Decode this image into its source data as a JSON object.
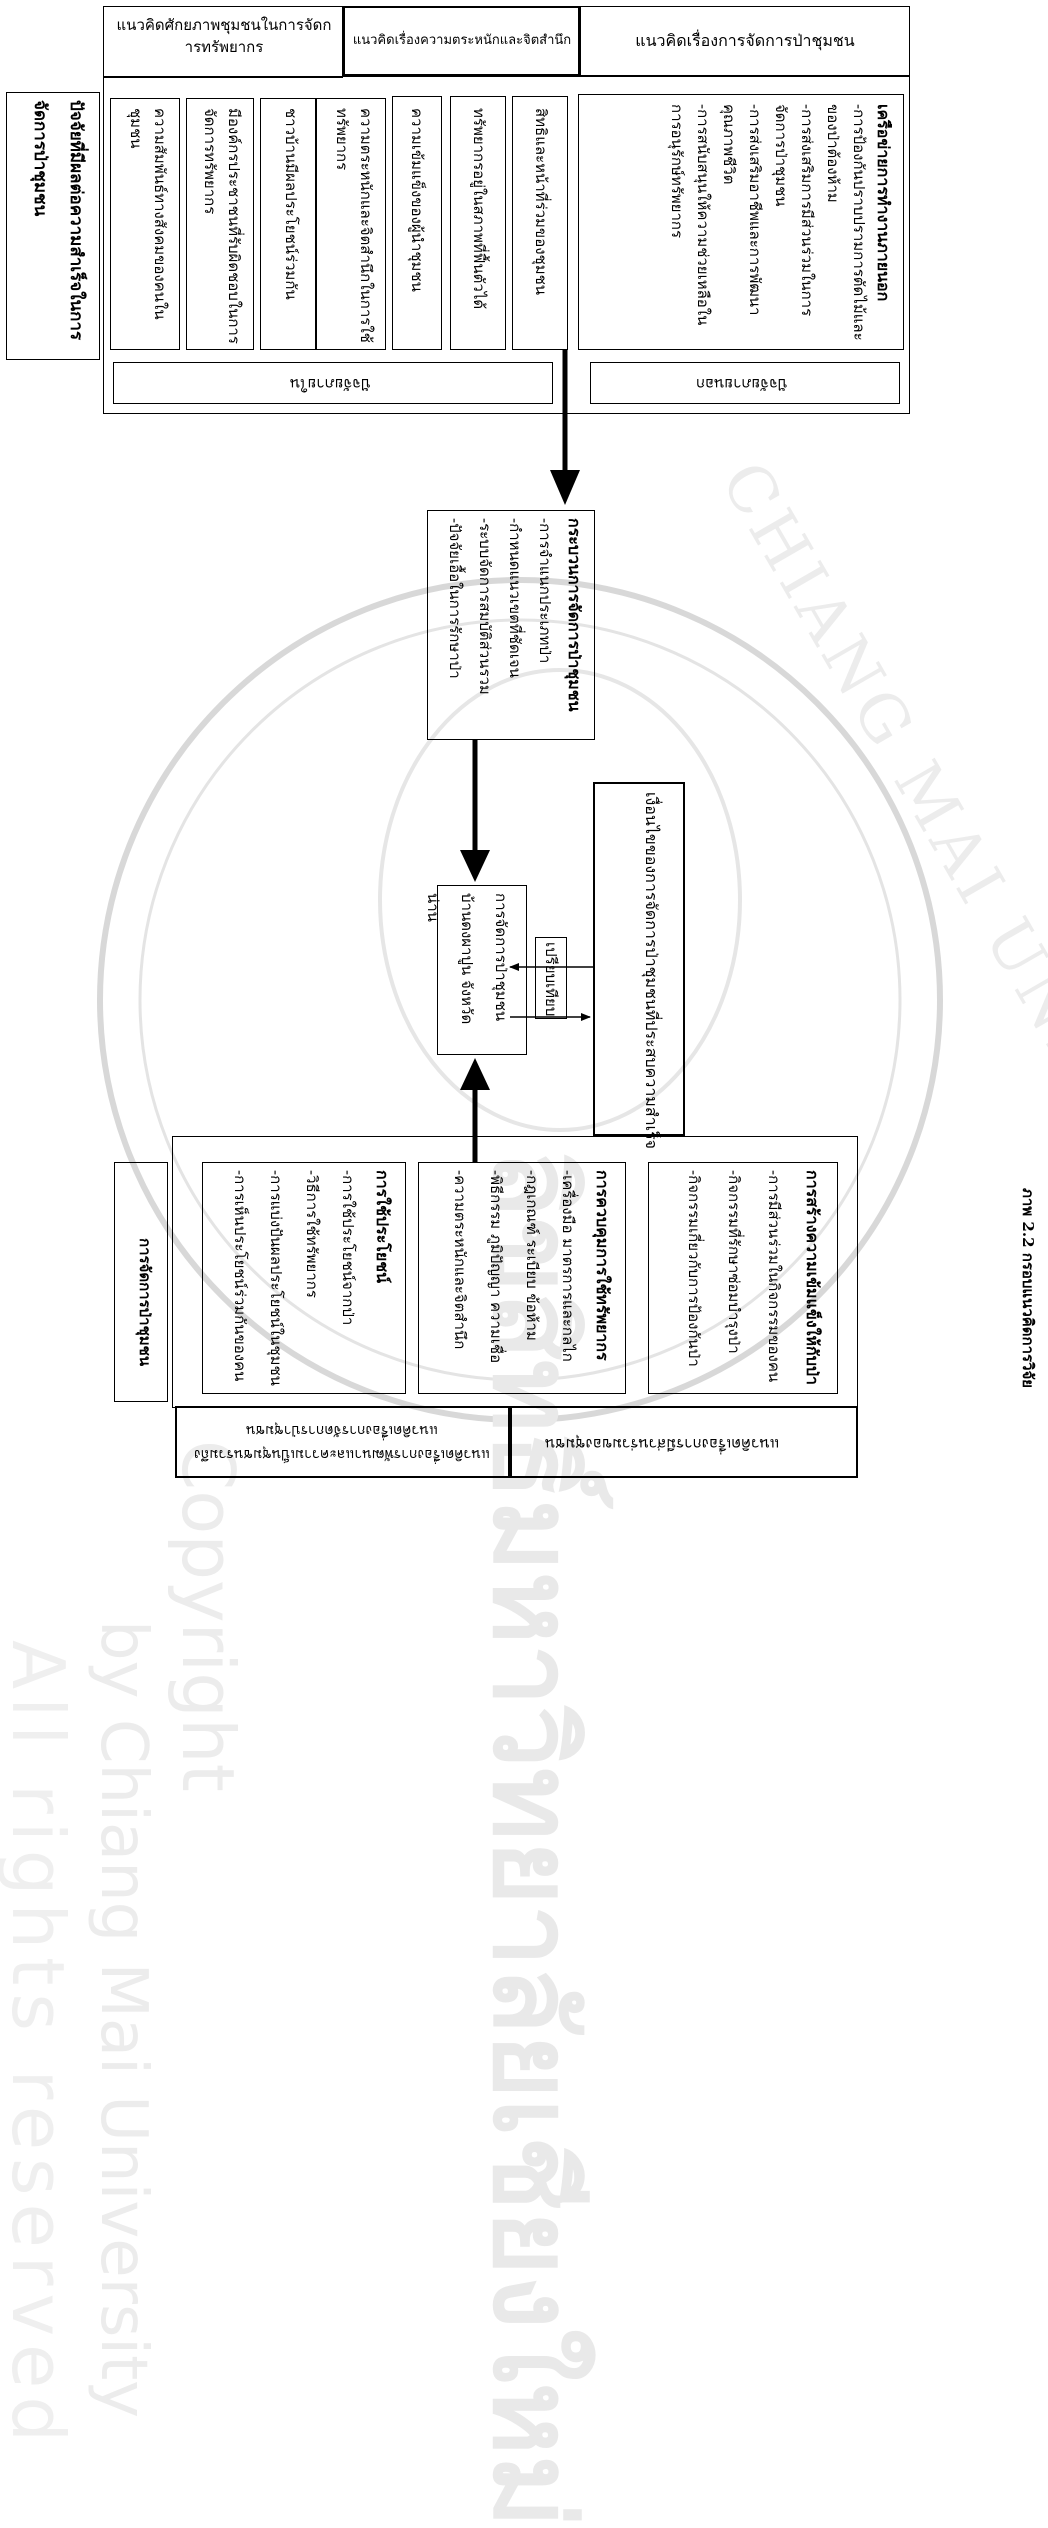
{
  "top_headers": {
    "potential": "แนวคิดศักยภาพชุมชนในการจัดการทรัพยากร",
    "awareness": "แนวคิดเรื่องความตระหนักและจิตสำนึก",
    "community_forest": "แนวคิดเรื่องการจัดการป่าชุมชน"
  },
  "success_factors_title": "ปัจจัยที่มีผลต่อความสำเร็จในการจัดการป่าชุมชน",
  "factor_columns": [
    "ความสัมพันธ์ทางสังคมของคนในชุมชน",
    "มีองค์กรประชาชนที่รับผิดชอบในการจัดการทรัพยากร",
    "ชาวบ้านมีผลประโยชน์ร่วมกัน",
    "ความตระหนักและจิตสำนึกในการใช้ทรัพยากร",
    "ความเข้มแข็งของผู้นำชุมชน",
    "ทรัพยากรอยู่ในสภาพที่ฟื้นตัวได้",
    "สิทธิและหน้าที่ร่วมของชุมชน"
  ],
  "external_network": {
    "title": "เครือข่ายการทำงานภายนอก",
    "items": [
      "-การป้องกันปราบปรามการตัดไม้และของป่าต้องห้าม",
      "-การส่งเสริมการมีส่วนร่วมในการจัดการป่าชุมชน",
      "-การส่งเสริมอาชีพและการพัฒนาคุณภาพชีวิต",
      "-การสนับสนุนให้ความช่วยเหลือในการอนุรักษ์ทรัพยากร"
    ]
  },
  "internal_factors_label": "ปัจจัยภายใน",
  "external_factors_label": "ปัจจัยภายนอก",
  "process": {
    "title": "กระบวนการจัดการป่าชุมชน",
    "items": [
      "-การจำแนกประเภทป่า",
      "-กำหนดแนวเขตที่ชัดเจน",
      "-ระบบจัดการสมบัติส่วนรวม",
      "-ปัจจัยเอื้อในการรักษาป่า"
    ]
  },
  "center_box": "การจัดการป่าชุมชนบ้านดงผาปูน จังหวัดน่าน",
  "compare_label": "เปรียบเทียบ",
  "conditions_box": "เงื่อนไขของการจัดการป่าชุมชนที่ประสบความสำเร็จ",
  "cf_management_label": "การจัดการป่าชุมชน",
  "usage": {
    "title": "การใช้ประโยชน์",
    "items": [
      "-การใช้ประโยชน์จากป่า",
      "-วิธีการใช้ทรัพยากร",
      "-การแบ่งปันผลประโยชน์ในชุมชน",
      "-การเห็นประโยชน์ร่วมกันของคน"
    ]
  },
  "control": {
    "title": "การควบคุมการใช้ทรัพยากร",
    "items": [
      "-เครื่องมือ มาตรการและกลไก",
      "-กฎเกณฑ์ ระเบียบ ข้อห้าม",
      "-พิธีกรรม ภูมิปัญญา ความเชื่อ",
      "-ความตระหนักและจิตสำนึก"
    ]
  },
  "strengthen": {
    "title": "การสร้างความเข้มแข็งให้กับป่า",
    "items": [
      "-การมีส่วนร่วมในกิจกรรมของคน",
      "-กิจกรรมที่รักษาซ่อมบำรุงป่า",
      "-กิจกรรมเกี่ยวกับการป้องกันป่า"
    ]
  },
  "bottom_left_box": "แนวคิดเรื่องการพัฒนาและความเป็นชุมชนรวมถึงแนวคิดเรื่องการจัดการป่าชุมชน",
  "bottom_right_box": "แนวคิดเรื่องการมีส่วนร่วมของชุมชน",
  "watermark": {
    "copyright": "Copyright",
    "by": "by Chiang Mai University",
    "rights": "All rights reserved",
    "thai": "ลิขสิทธิ์มหาวิทยาลัยเชียงใหม่",
    "univ": "CHIANG MAI UNIVERSITY"
  },
  "figure_caption": "ภาพ 2.2 กรอบแนวคิดการวิจัย"
}
